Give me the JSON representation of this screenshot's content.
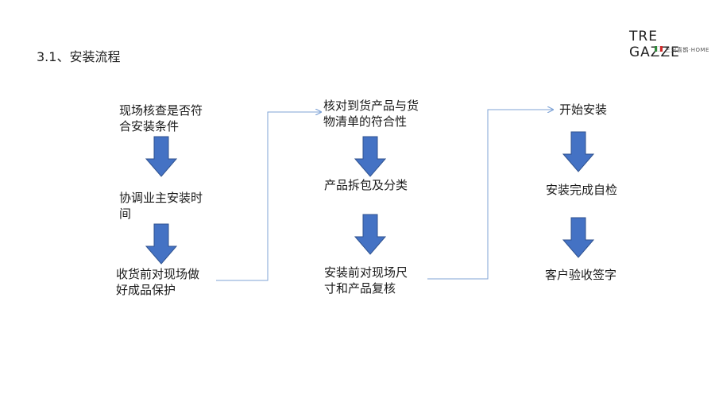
{
  "page": {
    "title": "3.1、安装流程"
  },
  "logo": {
    "brand": "TRE GAZZE",
    "sub": "三只喜鹊·HOME",
    "flag_colors": [
      "#2e8b3a",
      "#ffffff",
      "#d12b2b"
    ]
  },
  "colors": {
    "arrow_fill": "#4472c4",
    "arrow_stroke": "#2f528f",
    "connector": "#7fa3d6"
  },
  "flow": {
    "column1": {
      "step1": [
        "现场核查是否符",
        "合安装条件"
      ],
      "step2": [
        "协调业主安装时",
        "间"
      ],
      "step3": [
        "收货前对现场做",
        "好成品保护"
      ]
    },
    "column2": {
      "step1": [
        "核对到货产品与货",
        "物清单的符合性"
      ],
      "step2": [
        "产品拆包及分类"
      ],
      "step3": [
        "安装前对现场尺",
        "寸和产品复核"
      ]
    },
    "column3": {
      "step1": [
        "开始安装"
      ],
      "step2": [
        "安装完成自检"
      ],
      "step3": [
        "客户验收签字"
      ]
    }
  }
}
